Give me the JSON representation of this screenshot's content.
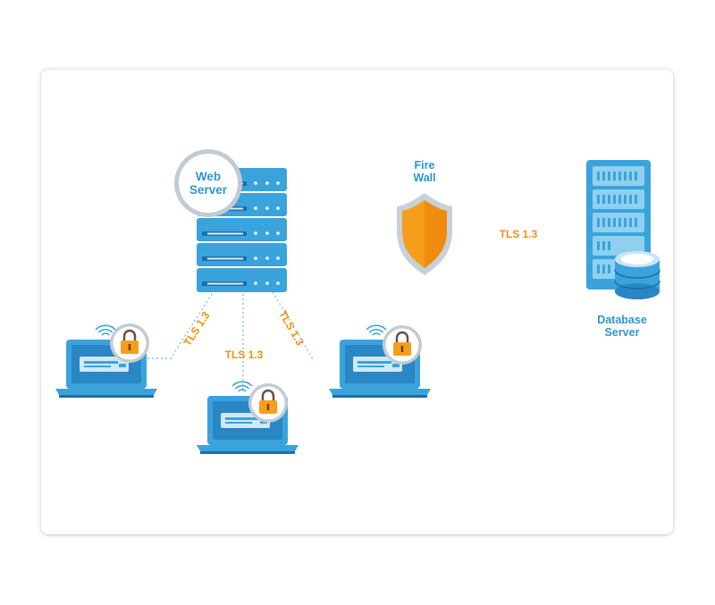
{
  "nodes": {
    "web_server": "Web Server",
    "firewall": "Fire Wall",
    "database_server": "Database Server"
  },
  "connections": {
    "left_client": "TLS 1.3",
    "middle_client": "TLS 1.3",
    "right_client": "TLS 1.3",
    "firewall_to_database": "TLS 1.3"
  },
  "colors": {
    "primary": "#3aa3dc",
    "dark": "#1e6ea8",
    "accent": "#f59e1c",
    "text_blue": "#2f96cf",
    "text_orange": "#f2920c"
  }
}
